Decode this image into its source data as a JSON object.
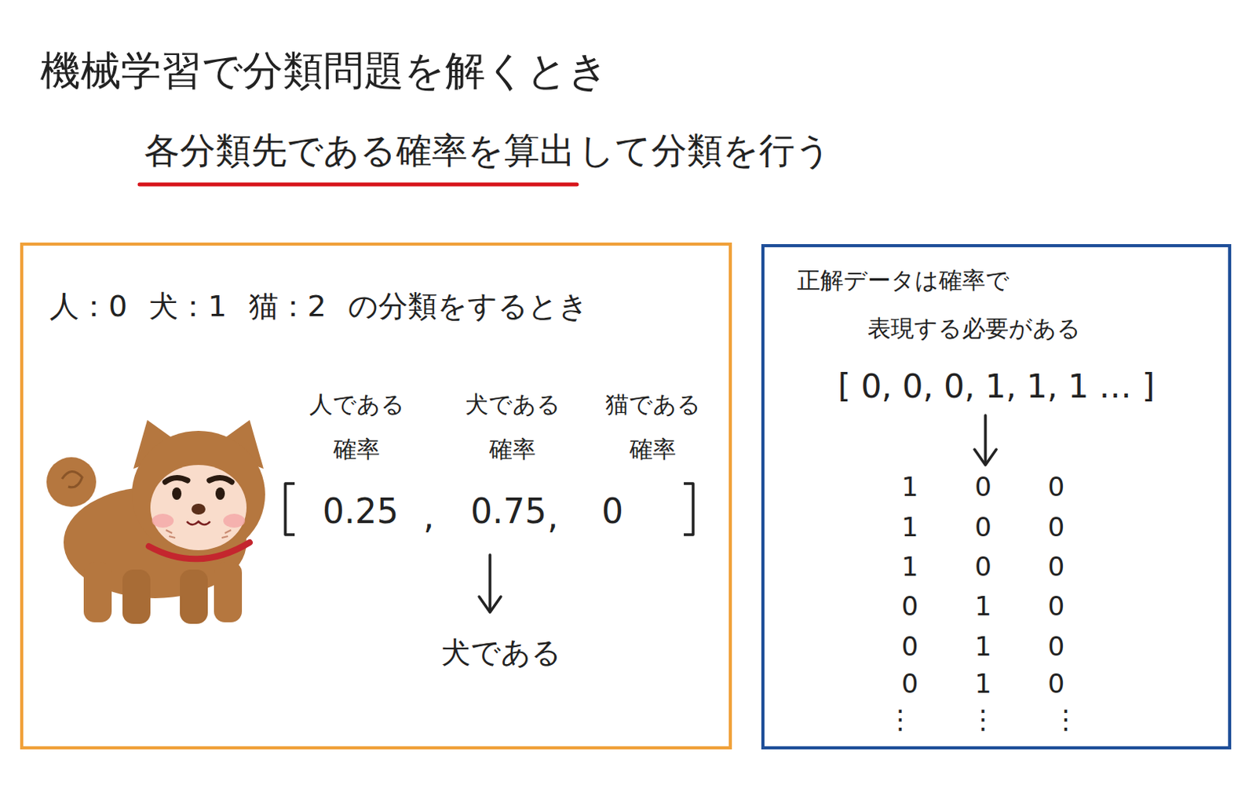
{
  "diagram": {
    "title": "機械学習で分類問題を解くとき",
    "nodes": [
      {
        "text": [
          "人：0 犬：1 猫：2 の分類をするとき",
          "人である 確率",
          "犬である 確率",
          "猫である 確率",
          "0.25",
          ",",
          "0.75",
          ",",
          "0",
          "犬である"
        ]
      },
      {
        "text": [
          "正解データは確率で",
          "表現する必要がある",
          "[ 0, 0, 0, 1, 1, 1 … ]",
          "1 0 0",
          "1 0 0",
          "1 0 0",
          "0 1 0",
          "0 1 0",
          "0 1 0",
          "⋮ ⋮ ⋮"
        ]
      }
    ],
    "labels": [
      "各分類先である確率を算出",
      "して分類を行う"
    ]
  }
}
